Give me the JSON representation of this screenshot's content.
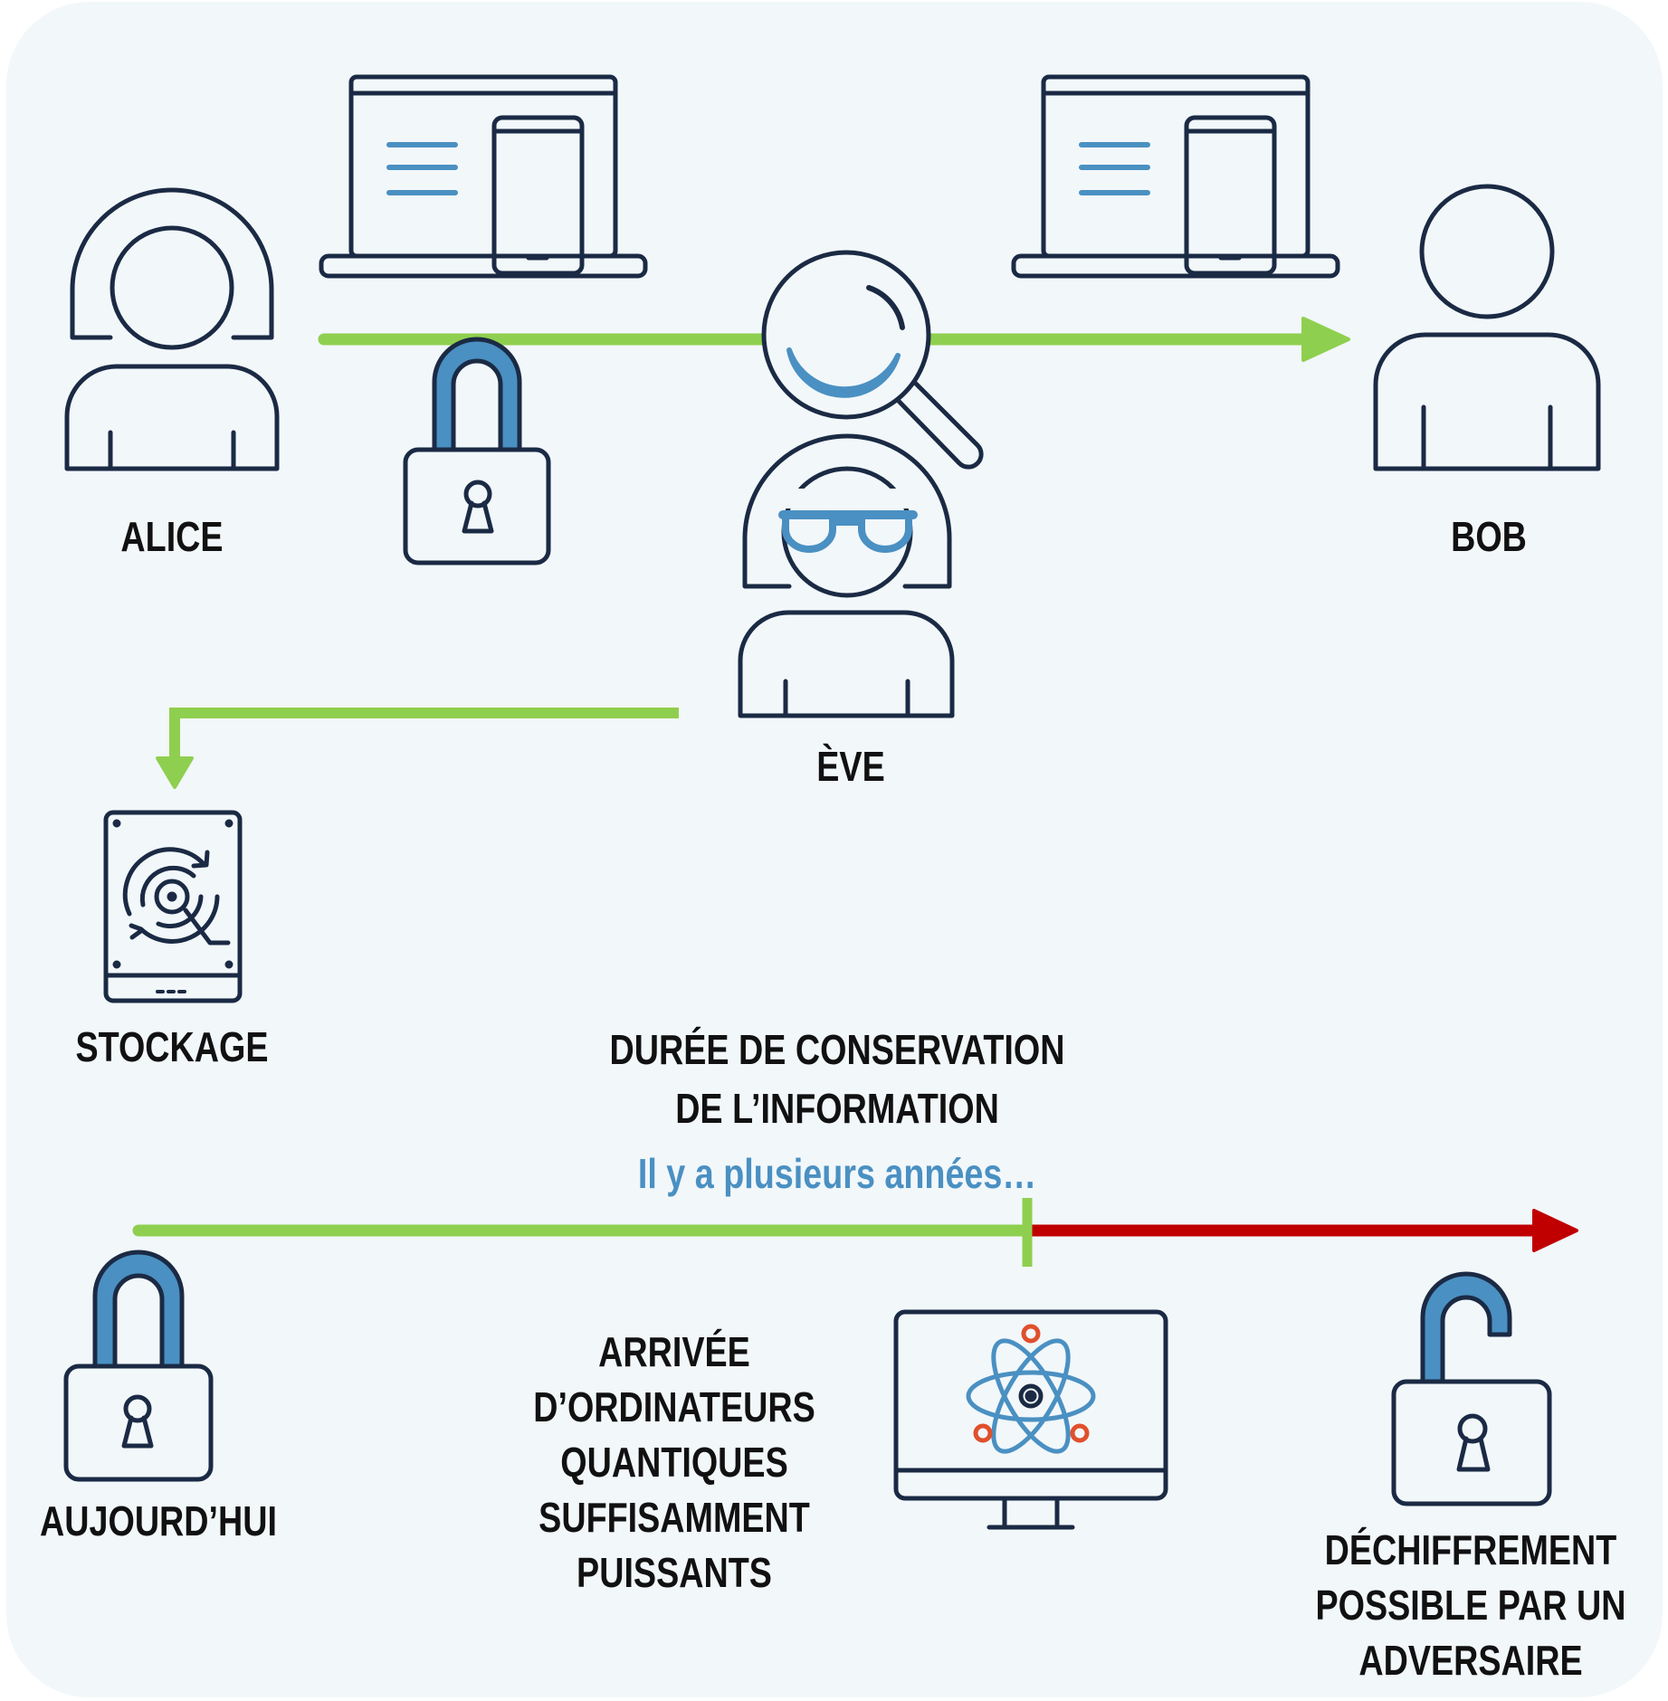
{
  "colors": {
    "background": "#f2f7fa",
    "outline": "#1b2a44",
    "accent_blue": "#4a90c2",
    "flow_green": "#8fcf4f",
    "danger_red": "#c00000",
    "atom_orange": "#e0502c"
  },
  "actors": {
    "alice": "ALICE",
    "bob": "BOB",
    "eve": "ÈVE"
  },
  "storage": {
    "label": "STOCKAGE"
  },
  "retention": {
    "title_line1": "DURÉE DE CONSERVATION",
    "title_line2": "DE L’INFORMATION",
    "subtitle": "Il y a plusieurs années…"
  },
  "timeline": {
    "today": "AUJOURD’HUI",
    "quantum_arrival": "ARRIVÉE D’ORDINATEURS QUANTIQUES SUFFISAMMENT PUISSANTS",
    "decryption": "DÉCHIFFREMENT POSSIBLE PAR UN ADVERSAIRE"
  }
}
